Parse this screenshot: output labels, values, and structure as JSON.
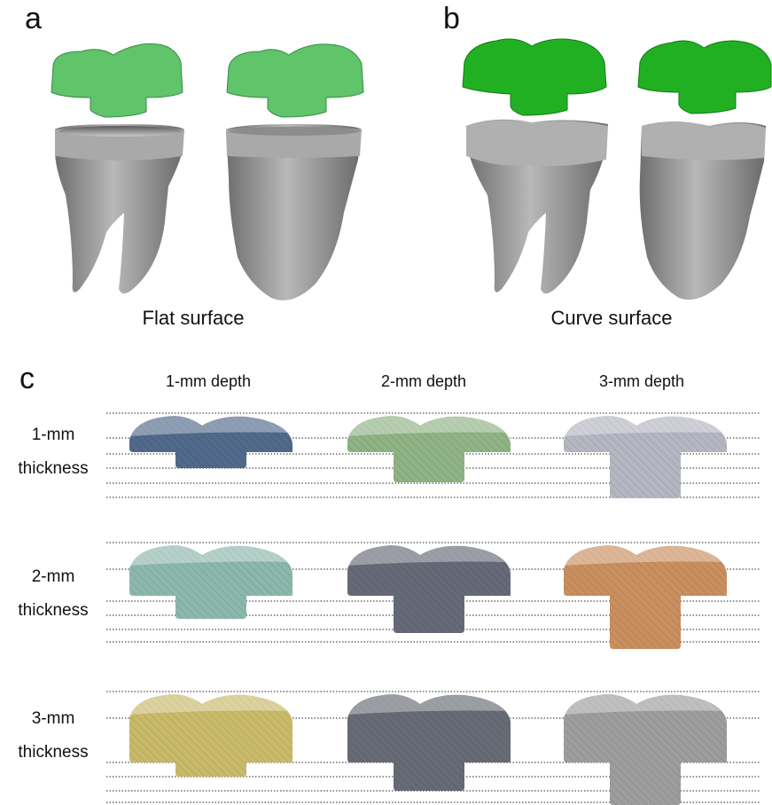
{
  "panels": {
    "a": {
      "letter": "a",
      "caption": "Flat surface"
    },
    "b": {
      "letter": "b",
      "caption": "Curve surface"
    },
    "c": {
      "letter": "c"
    }
  },
  "columns": [
    "1-mm depth",
    "2-mm depth",
    "3-mm depth"
  ],
  "rows": [
    {
      "line1": "1-mm",
      "line2": "thickness"
    },
    {
      "line1": "2-mm",
      "line2": "thickness"
    },
    {
      "line1": "3-mm",
      "line2": "thickness"
    }
  ],
  "colors": {
    "inlay_flat": "#5fc46a",
    "inlay_curve": "#22b023",
    "tooth": "#8f8f8f",
    "r1c1": "#51698a",
    "r1c2": "#8fb384",
    "r1c3": "#b4b6c2",
    "r2c1": "#8cb7ad",
    "r2c2": "#666a78",
    "r2c3": "#c98f5e",
    "r3c1": "#c9ba6a",
    "r3c2": "#676b76",
    "r3c3": "#9d9d9d"
  }
}
